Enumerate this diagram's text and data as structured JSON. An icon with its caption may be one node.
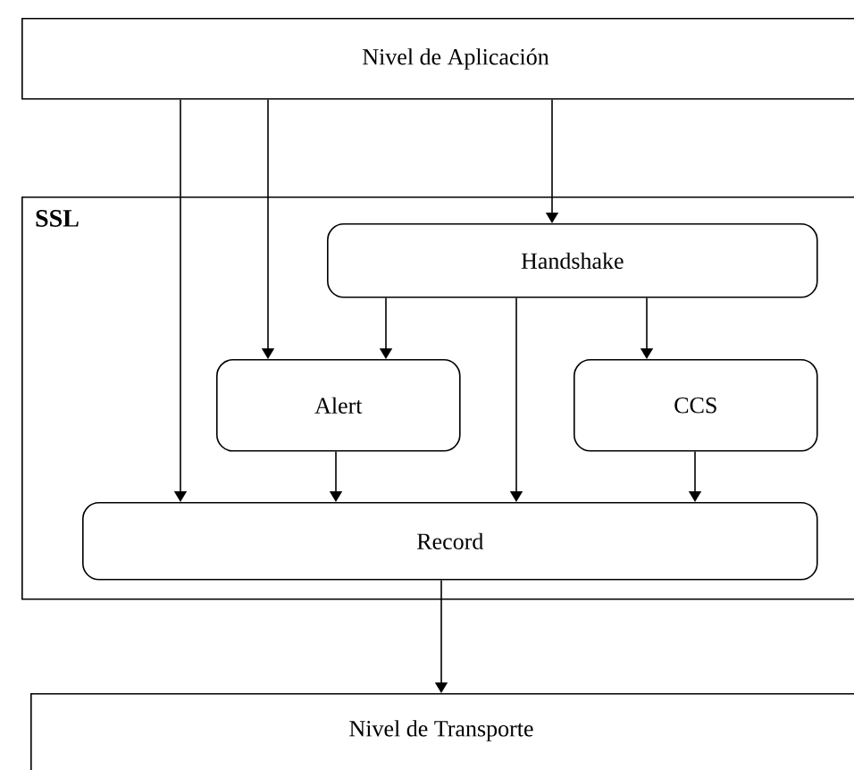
{
  "diagram": {
    "nodes": [
      {
        "text": [
          "Nivel de Aplicación"
        ]
      },
      {
        "text": [
          "SSL"
        ]
      },
      {
        "text": [
          "Handshake"
        ],
        "in": 1
      },
      {
        "text": [
          "Alert"
        ],
        "in": 1
      },
      {
        "text": [
          "CCS"
        ],
        "in": 1
      },
      {
        "text": [
          "Record"
        ],
        "in": 1
      },
      {
        "text": [
          "Nivel de Transporte"
        ]
      }
    ],
    "edges": [
      {
        "from": 0,
        "to": 5,
        "arrow": "to"
      },
      {
        "from": 0,
        "to": 3,
        "arrow": "to"
      },
      {
        "from": 0,
        "to": 2,
        "arrow": "to"
      },
      {
        "from": 2,
        "to": 3,
        "arrow": "to"
      },
      {
        "from": 2,
        "to": 5,
        "arrow": "to"
      },
      {
        "from": 2,
        "to": 4,
        "arrow": "to"
      },
      {
        "from": 3,
        "to": 5,
        "arrow": "to"
      },
      {
        "from": 4,
        "to": 5,
        "arrow": "to"
      },
      {
        "from": 5,
        "to": 6,
        "arrow": "to"
      }
    ]
  }
}
